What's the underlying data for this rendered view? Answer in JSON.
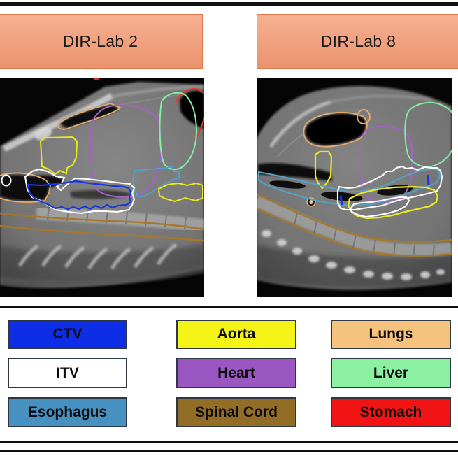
{
  "header": {
    "left_label": "DIR-Lab 2",
    "right_label": "DIR-Lab 8"
  },
  "legend": {
    "items": [
      {
        "label": "CTV",
        "color": "#0d2ee4"
      },
      {
        "label": "Aorta",
        "color": "#f4f416"
      },
      {
        "label": "Lungs",
        "color": "#f6c37e"
      },
      {
        "label": "ITV",
        "color": "#ffffff"
      },
      {
        "label": "Heart",
        "color": "#9a57c1"
      },
      {
        "label": "Liver",
        "color": "#8cf0a2"
      },
      {
        "label": "Esophagus",
        "color": "#4791c1"
      },
      {
        "label": "Spinal Cord",
        "color": "#926d26"
      },
      {
        "label": "Stomach",
        "color": "#f21414"
      }
    ]
  },
  "ct": {
    "colors": {
      "ctv": "#1836e0",
      "itv": "#ffffff",
      "esophagus": "#4fa3cc",
      "aorta": "#e9e91c",
      "heart": "#a661c9",
      "spinal_cord": "#a5792b",
      "lungs": "#e6aa6b",
      "liver": "#82eda2",
      "stomach": "#e03a2c"
    }
  }
}
